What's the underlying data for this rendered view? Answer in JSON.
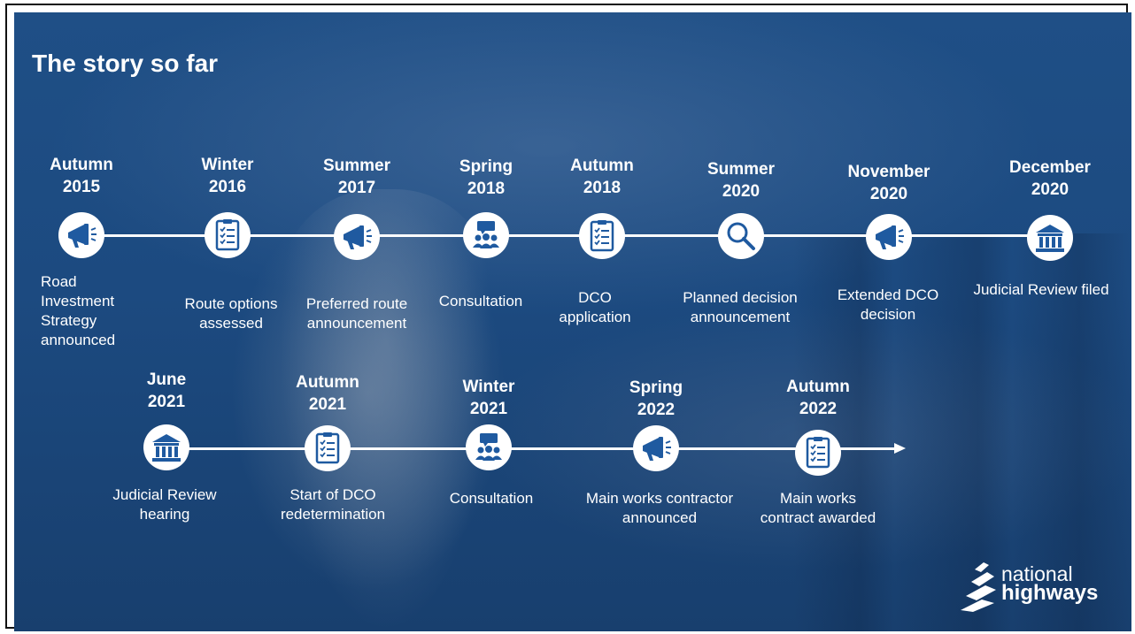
{
  "title": "The story so far",
  "logo": {
    "line1": "national",
    "line2": "highways"
  },
  "row1": [
    {
      "date_line1": "Autumn",
      "date_line2": "2015",
      "icon": "megaphone-icon",
      "desc_lines": [
        "Road",
        "Investment",
        "Strategy",
        "announced"
      ]
    },
    {
      "date_line1": "Winter",
      "date_line2": "2016",
      "icon": "checklist-icon",
      "desc_lines": [
        "Route options",
        "assessed"
      ]
    },
    {
      "date_line1": "Summer",
      "date_line2": "2017",
      "icon": "megaphone-icon",
      "desc_lines": [
        "Preferred route",
        "announcement"
      ]
    },
    {
      "date_line1": "Spring",
      "date_line2": "2018",
      "icon": "consultation-icon",
      "desc_lines": [
        "Consultation"
      ]
    },
    {
      "date_line1": "Autumn",
      "date_line2": "2018",
      "icon": "checklist-icon",
      "desc_lines": [
        "DCO",
        "application"
      ]
    },
    {
      "date_line1": "Summer",
      "date_line2": "2020",
      "icon": "magnifier-icon",
      "desc_lines": [
        "Planned decision",
        "announcement"
      ]
    },
    {
      "date_line1": "November",
      "date_line2": "2020",
      "icon": "megaphone-icon",
      "desc_lines": [
        "Extended DCO",
        "decision"
      ]
    },
    {
      "date_line1": "December",
      "date_line2": "2020",
      "icon": "courthouse-icon",
      "desc_lines": [
        "Judicial Review filed"
      ]
    }
  ],
  "row2": [
    {
      "date_line1": "June",
      "date_line2": "2021",
      "icon": "courthouse-icon",
      "desc_lines": [
        "Judicial Review",
        "hearing"
      ]
    },
    {
      "date_line1": "Autumn",
      "date_line2": "2021",
      "icon": "checklist-icon",
      "desc_lines": [
        "Start of DCO",
        "redetermination"
      ]
    },
    {
      "date_line1": "Winter",
      "date_line2": "2021",
      "icon": "consultation-icon",
      "desc_lines": [
        "Consultation"
      ]
    },
    {
      "date_line1": "Spring",
      "date_line2": "2022",
      "icon": "megaphone-icon",
      "desc_lines": [
        "Main works contractor",
        "announced"
      ]
    },
    {
      "date_line1": "Autumn",
      "date_line2": "2022",
      "icon": "checklist-icon",
      "desc_lines": [
        "Main works",
        "contract awarded"
      ]
    }
  ],
  "colors": {
    "background": "#1c4a80",
    "icon": "#1f5aa0",
    "text": "#ffffff"
  }
}
